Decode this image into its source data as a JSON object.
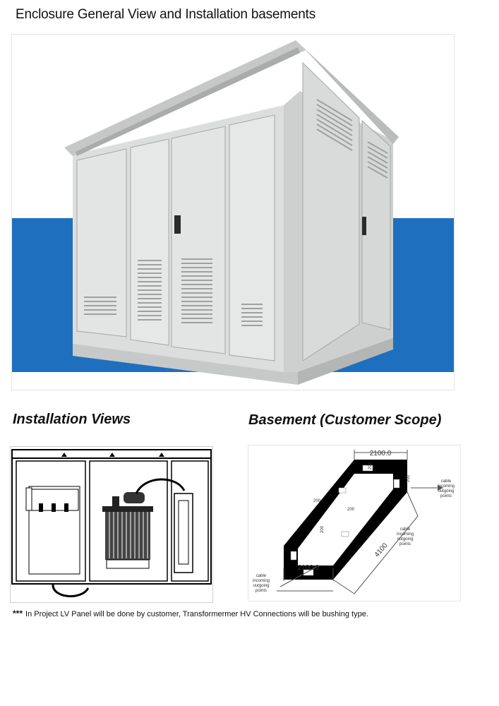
{
  "page": {
    "title": "Enclosure General View and Installation basements"
  },
  "sections": {
    "installation_title": "Installation Views",
    "basement_title": "Basement (Customer Scope)"
  },
  "basement_drawing": {
    "top_width": "2100.0",
    "bottom_width": "2100.0",
    "length": "4100",
    "small_dims": [
      "200",
      "200",
      "200",
      "200",
      "200"
    ],
    "right_label": [
      "cable",
      "incoming",
      "outgoing",
      "points"
    ],
    "mid_label": [
      "cable",
      "incoming",
      "outgoing",
      "points"
    ],
    "left_label": [
      "cable",
      "incoming",
      "outgoing",
      "points"
    ]
  },
  "footnote": {
    "stars": "***",
    "text": "In Project LV Panel will be done by customer, Transformermer HV Connections will be bushing type."
  },
  "colors": {
    "accent_blue": "#1f6fbf",
    "enclosure_grey": "#d9dbda",
    "enclosure_dark": "#b9bcbb"
  }
}
